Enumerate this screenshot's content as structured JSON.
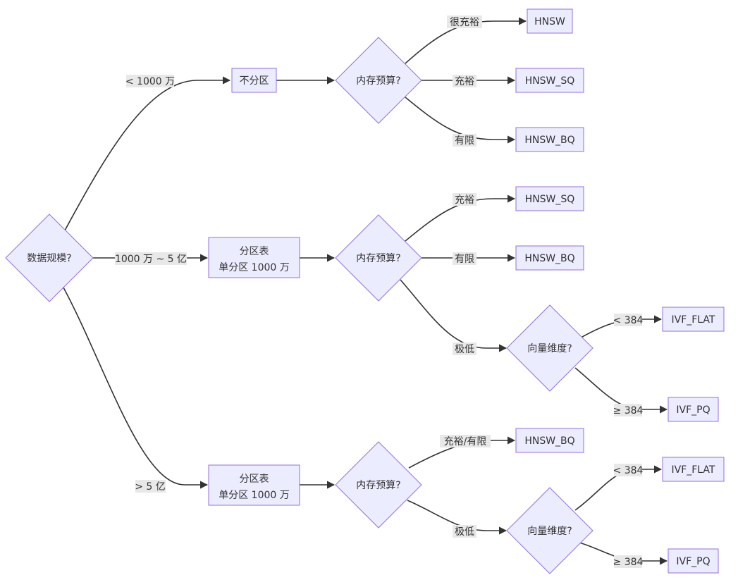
{
  "nodes": {
    "root": "数据规模?",
    "a_box": "不分区",
    "a_mem": "内存预算?",
    "a_hnsw": "HNSW",
    "a_sq": "HNSW_SQ",
    "a_bq": "HNSW_BQ",
    "b_box1": "分区表",
    "b_box2": "单分区 1000 万",
    "b_mem": "内存预算?",
    "b_sq": "HNSW_SQ",
    "b_bq": "HNSW_BQ",
    "b_dim": "向量维度?",
    "b_flat": "IVF_FLAT",
    "b_pq": "IVF_PQ",
    "c_box1": "分区表",
    "c_box2": "单分区 1000 万",
    "c_mem": "内存预算?",
    "c_bq": "HNSW_BQ",
    "c_dim": "向量维度?",
    "c_flat": "IVF_FLAT",
    "c_pq": "IVF_PQ"
  },
  "edge_labels": {
    "lt1000w": "< 1000 万",
    "mid": "1000 万 ~ 5 亿",
    "gt5yi": "> 5 亿",
    "a_very": "很充裕",
    "a_ample": "充裕",
    "a_limited": "有限",
    "b_ample": "充裕",
    "b_limited": "有限",
    "b_low": "极低",
    "b_lt384": "< 384",
    "b_ge384": "≥ 384",
    "c_amplelim": "充裕/有限",
    "c_low": "极低",
    "c_lt384": "< 384",
    "c_ge384": "≥ 384"
  },
  "colors": {
    "node_fill": "#ECECFF",
    "node_stroke": "#9370DB",
    "edge": "#333333",
    "label_bg": "#e8e8e8",
    "text": "#333333"
  }
}
